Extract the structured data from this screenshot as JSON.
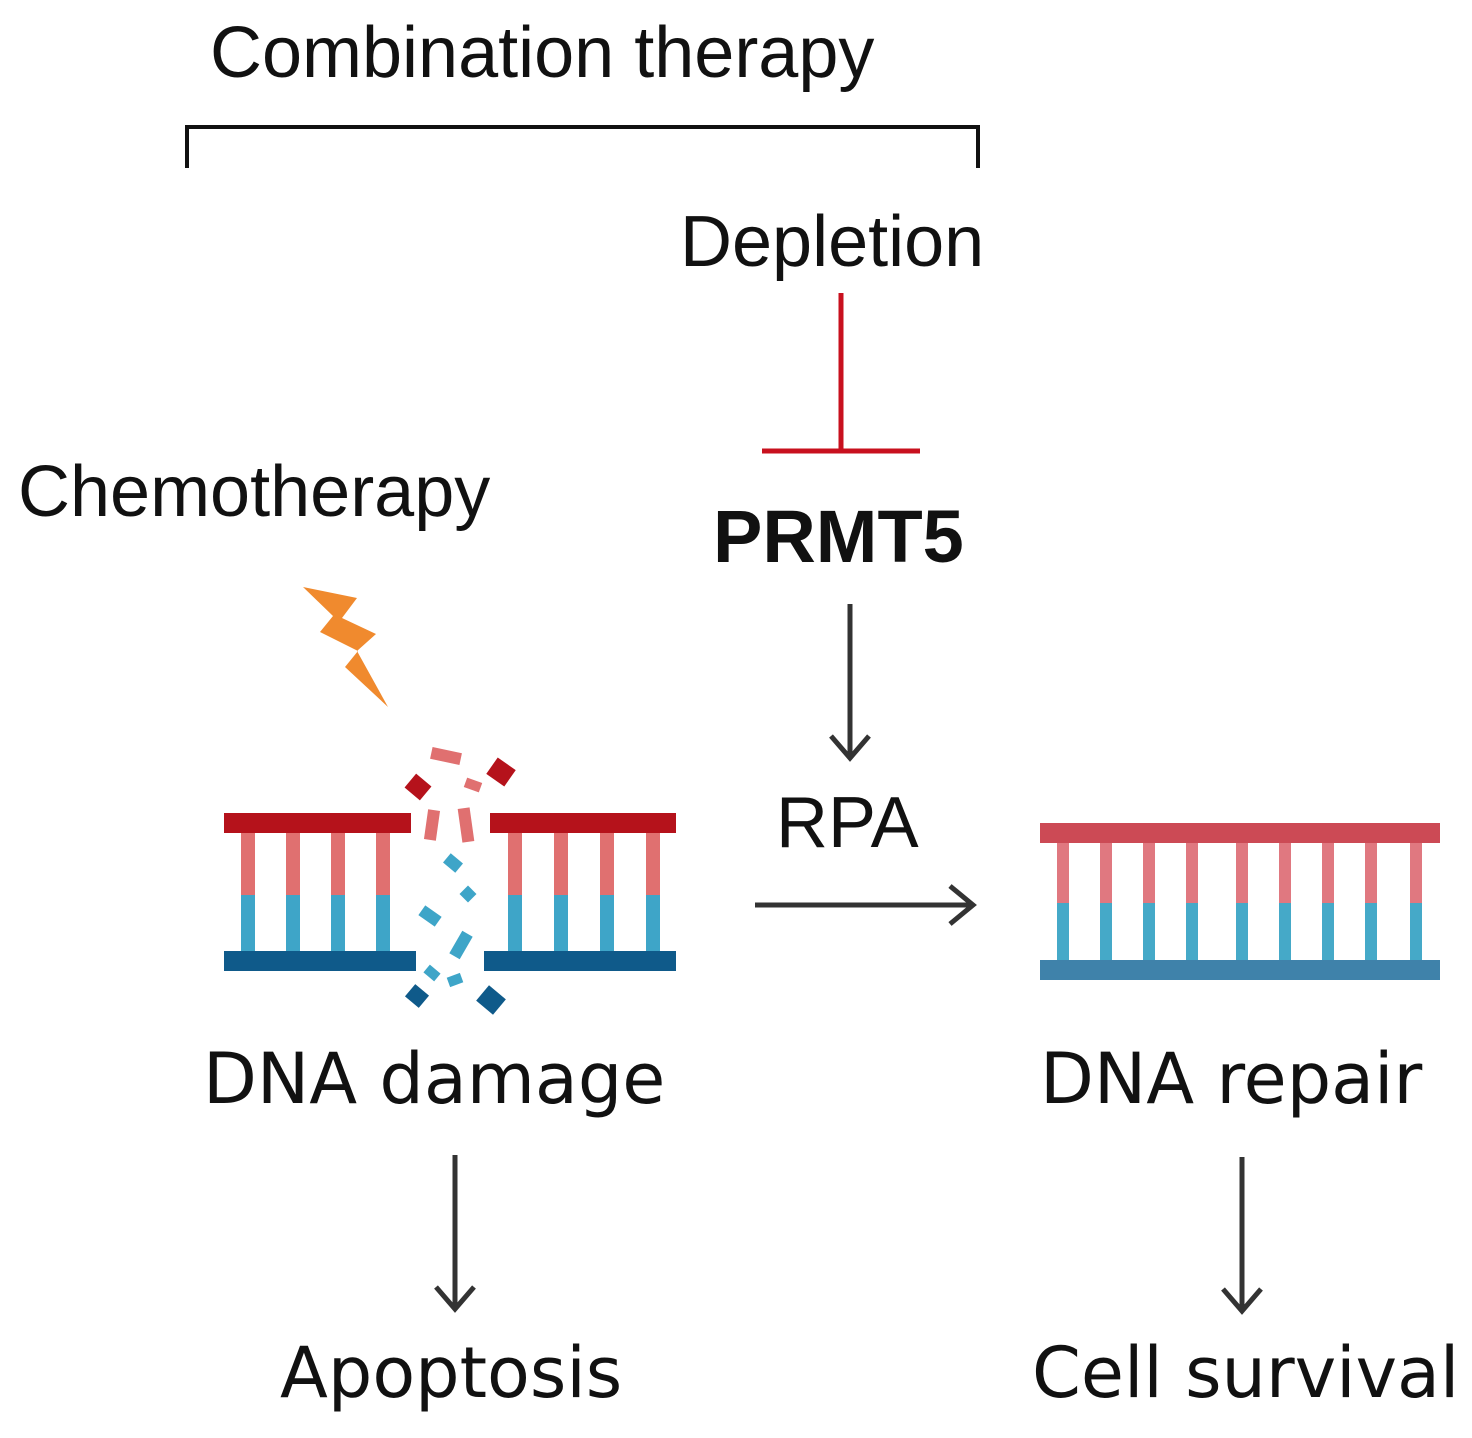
{
  "labels": {
    "combination_therapy": "Combination therapy",
    "depletion": "Depletion",
    "chemotherapy": "Chemotherapy",
    "prmt5": "PRMT5",
    "rpa": "RPA",
    "dna_damage": "DNA damage",
    "dna_repair": "DNA repair",
    "apoptosis": "Apoptosis",
    "cell_survival": "Cell survival"
  },
  "icons": {
    "lightning": "lightning-bolt-icon",
    "damaged_dna": "damaged-dna-icon",
    "repaired_dna": "repaired-dna-icon"
  },
  "colors": {
    "inhibition": "#c8101e",
    "arrow": "#333333",
    "lightning": "#f08a2e",
    "strand_top_dark": "#b5121b",
    "strand_top_light": "#e07070",
    "strand_bottom_dark": "#0f5a8a",
    "strand_bottom_light": "#3ea5c8",
    "repair_top": "#cc4a55",
    "repair_bottom": "#3f82aa"
  }
}
